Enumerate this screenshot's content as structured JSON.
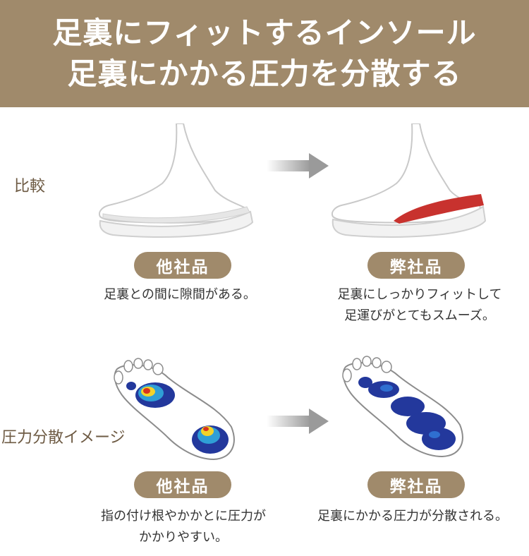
{
  "header": {
    "line1": "足裏にフィットするインソール",
    "line2": "足裏にかかる圧力を分散する"
  },
  "sections": {
    "comparison": {
      "label": "比較",
      "left": {
        "badge": "他社品",
        "caption_lines": [
          "足裏との間に隙間がある。"
        ]
      },
      "right": {
        "badge": "弊社品",
        "caption_lines": [
          "足裏にしっかりフィットして",
          "足運びがとてもスムーズ。"
        ]
      }
    },
    "pressure": {
      "label": "圧力分散イメージ",
      "left": {
        "badge": "他社品",
        "caption_lines": [
          "指の付け根やかかとに圧力が",
          "かかりやすい。"
        ]
      },
      "right": {
        "badge": "弊社品",
        "caption_lines": [
          "足裏にかかる圧力が分散される。"
        ]
      }
    }
  },
  "colors": {
    "header_bg": "#a08a6b",
    "badge_bg": "#a08a6b",
    "label_text": "#6e5b44",
    "insole_red": "#c8322e",
    "arrow_gray": "#9a9a9a"
  }
}
